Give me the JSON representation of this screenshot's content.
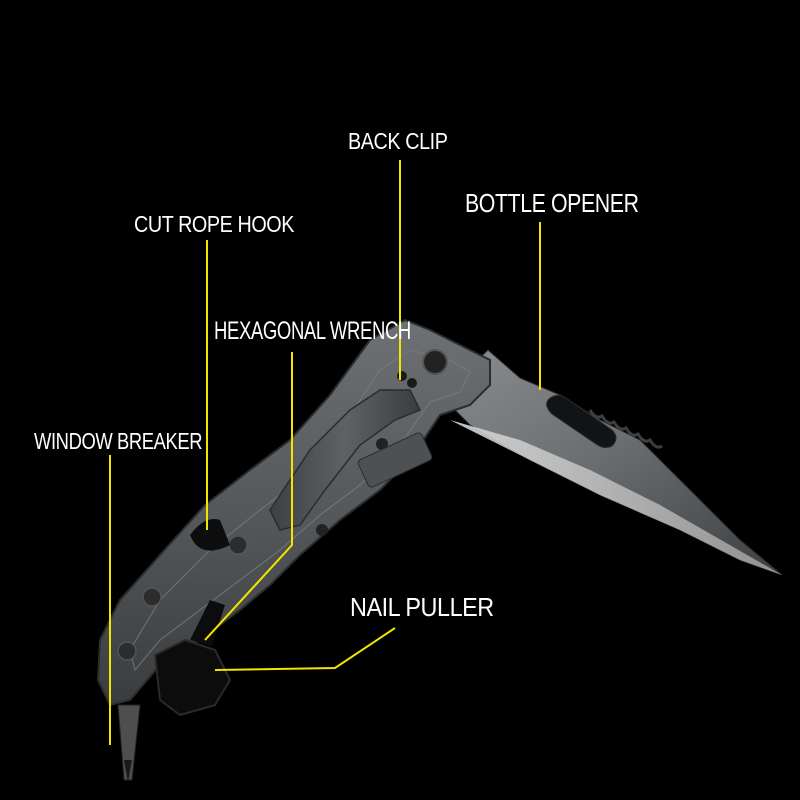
{
  "image": {
    "subject": "multi-tool folding knife on black background",
    "background_color": "#000000",
    "leader_color": "#f2e600",
    "label_color": "#ffffff"
  },
  "callouts": {
    "back_clip": "BACK CLIP",
    "bottle_opener": "BOTTLE OPENER",
    "cut_rope_hook": "CUT ROPE HOOK",
    "hexagonal_wrench": "HEXAGONAL WRENCH",
    "window_breaker": "WINDOW BREAKER",
    "nail_puller": "NAIL PULLER"
  }
}
